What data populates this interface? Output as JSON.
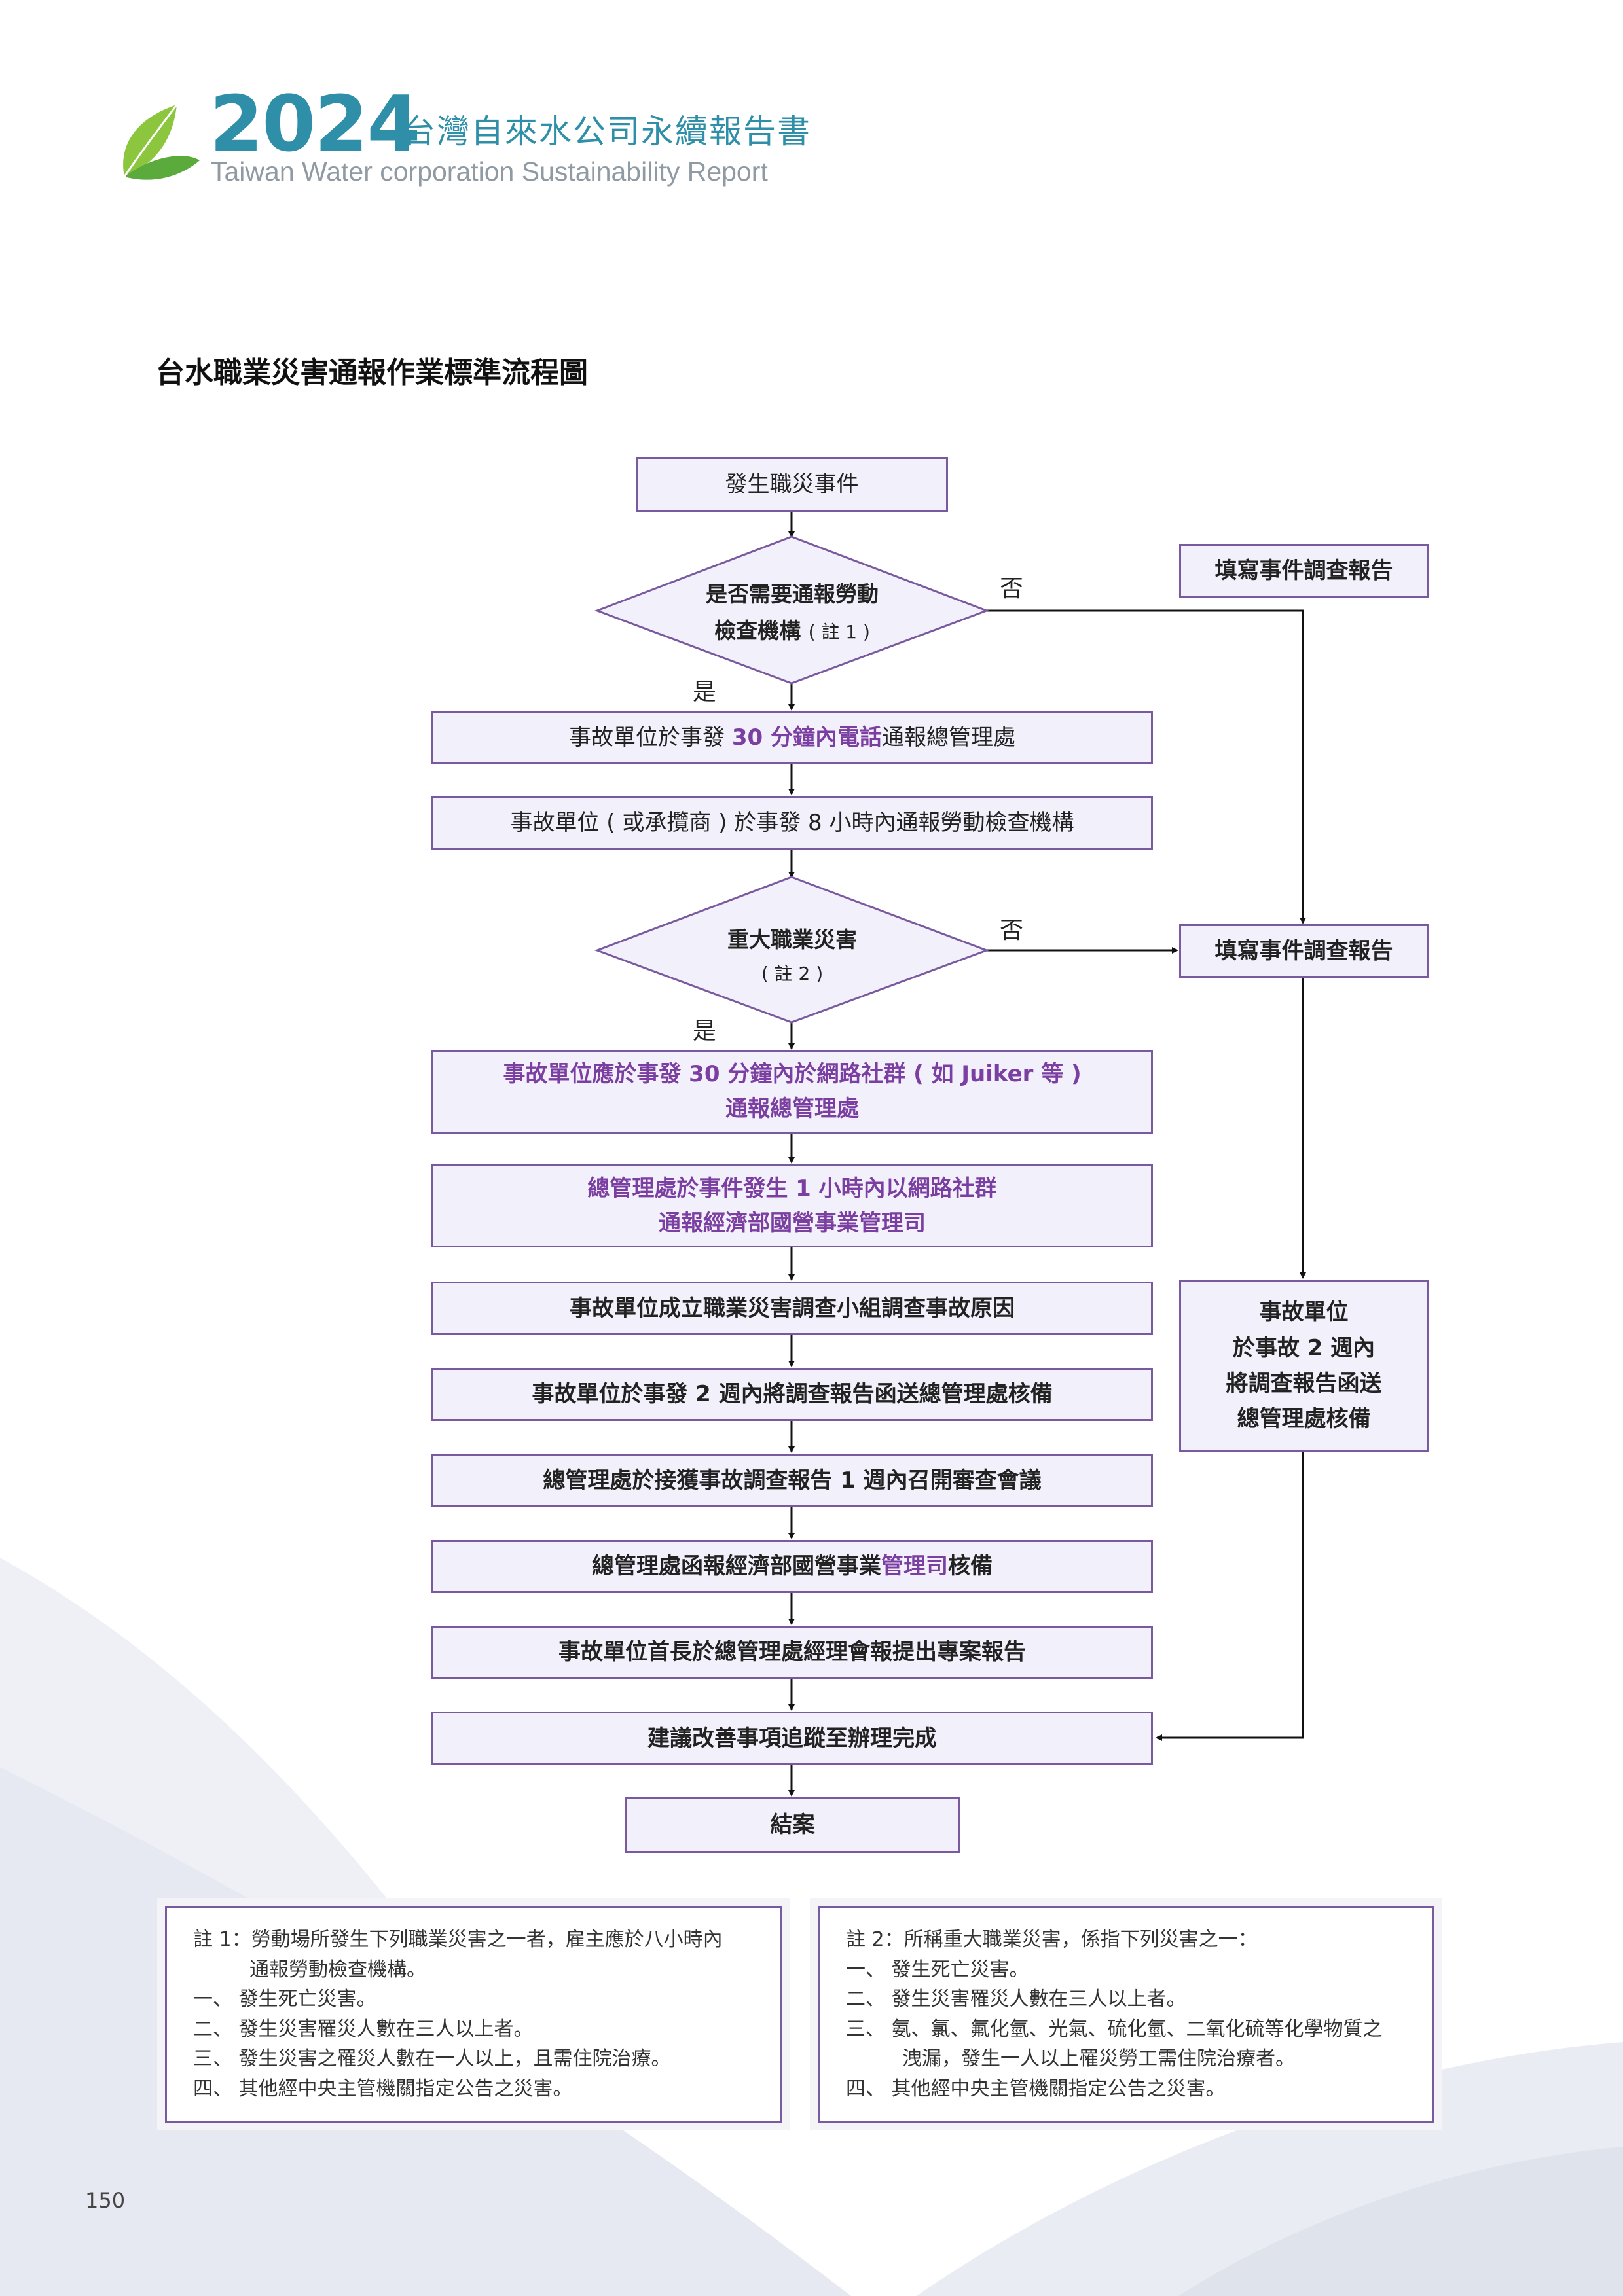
{
  "header": {
    "year": "2024",
    "report_title_zh": "台灣自來水公司永續報告書",
    "report_title_en": "Taiwan Water corporation Sustainability Report"
  },
  "page_title": "台水職業災害通報作業標準流程圖",
  "flowchart": {
    "start": "發生職災事件",
    "decision1": {
      "line1": "是否需要通報勞動",
      "line2_main": "檢查機構",
      "line2_note": "( 註 1 )"
    },
    "yes_label": "是",
    "no_label": "否",
    "step1": {
      "pre": "事故單位於事發 ",
      "highlight": "30 分鐘內電話",
      "post": "通報總管理處"
    },
    "step2": "事故單位 ( 或承攬商 ) 於事發 8 小時內通報勞動檢查機構",
    "decision2": {
      "line1": "重大職業災害",
      "line2": "( 註 2 )"
    },
    "step3": {
      "line1": "事故單位應於事發 30 分鐘內於網路社群 ( 如 Juiker 等 )",
      "line2": "通報總管理處"
    },
    "step4": {
      "line1": "總管理處於事件發生 1 小時內以網路社群",
      "line2": "通報經濟部國營事業管理司"
    },
    "step5": "事故單位成立職業災害調查小組調查事故原因",
    "step6": "事故單位於事發 2 週內將調查報告函送總管理處核備",
    "step7": "總管理處於接獲事故調查報告 1 週內召開審查會議",
    "step8": {
      "main": "總管理處函報經濟部國營事業",
      "highlight": "管理司",
      "post": "核備"
    },
    "step9": "事故單位首長於總管理處經理會報提出專案報告",
    "step10": "建議改善事項追蹤至辦理完成",
    "end": "結案",
    "side_box_top": "填寫事件調查報告",
    "side_box_mid": "填寫事件調查報告",
    "side_box_bottom": {
      "line1": "事故單位",
      "line2": "於事故 2 週內",
      "line3": "將調查報告函送",
      "line4": "總管理處核備"
    }
  },
  "notes": {
    "note1": {
      "title": "註 1：勞動場所發生下列職業災害之一者，雇主應於八小時內",
      "title_cont": "通報勞動檢查機構。",
      "items": [
        "一、 發生死亡災害。",
        "二、 發生災害罹災人數在三人以上者。",
        "三、 發生災害之罹災人數在一人以上，且需住院治療。",
        "四、 其他經中央主管機關指定公告之災害。"
      ]
    },
    "note2": {
      "title": "註 2：所稱重大職業災害，係指下列災害之一：",
      "items": [
        "一、 發生死亡災害。",
        "二、 發生災害罹災人數在三人以上者。",
        "三、 氨、氯、氟化氫、光氣、硫化氫、二氧化硫等化學物質之",
        "洩漏，發生一人以上罹災勞工需住院治療者。",
        "四、 其他經中央主管機關指定公告之災害。"
      ]
    }
  },
  "page_number": "150",
  "colors": {
    "brand_teal": "#2f8fa8",
    "box_border": "#7a5a9e",
    "box_fill": "#f2f0fb",
    "highlight_purple": "#7a3fa0",
    "leaf_green": "#8cc63f"
  }
}
